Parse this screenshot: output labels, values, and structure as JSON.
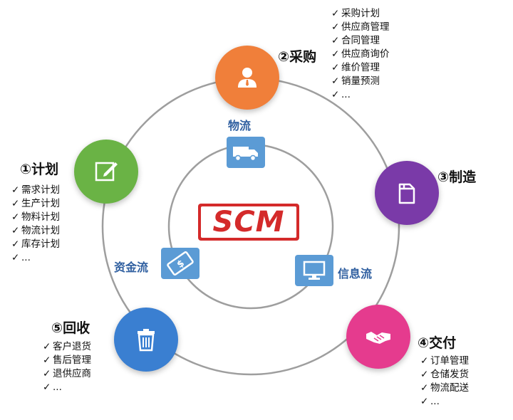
{
  "center_logo": "SCM",
  "colors": {
    "plan": "#6ab345",
    "purchase": "#f07f3a",
    "manufacture": "#7a3aa8",
    "delivery": "#e53b8e",
    "return": "#3a7fd1",
    "flow_box": "#5b9bd5",
    "flow_text": "#2f5fa0",
    "logo_red": "#d42a2a",
    "ring": "#9e9e9e"
  },
  "flows": {
    "logistics": {
      "label": "物流",
      "icon": "truck-icon"
    },
    "information": {
      "label": "信息流",
      "icon": "monitor-icon"
    },
    "capital": {
      "label": "资金流",
      "icon": "money-icon"
    }
  },
  "stages": {
    "plan": {
      "title": "①计划",
      "icon": "edit-icon",
      "items": [
        "需求计划",
        "生产计划",
        "物料计划",
        "物流计划",
        "库存计划",
        "..."
      ]
    },
    "purchase": {
      "title": "②采购",
      "icon": "person-icon",
      "items": [
        "采购计划",
        "供应商管理",
        "合同管理",
        "供应商询价",
        "维价管理",
        "销量预测",
        "..."
      ]
    },
    "manufacture": {
      "title": "③制造",
      "icon": "box-icon",
      "items": []
    },
    "delivery": {
      "title": "④交付",
      "icon": "handshake-icon",
      "items": [
        "订单管理",
        "仓储发货",
        "物流配送",
        "..."
      ]
    },
    "return": {
      "title": "⑤回收",
      "icon": "trash-icon",
      "items": [
        "客户退货",
        "售后管理",
        "退供应商",
        "..."
      ]
    }
  }
}
